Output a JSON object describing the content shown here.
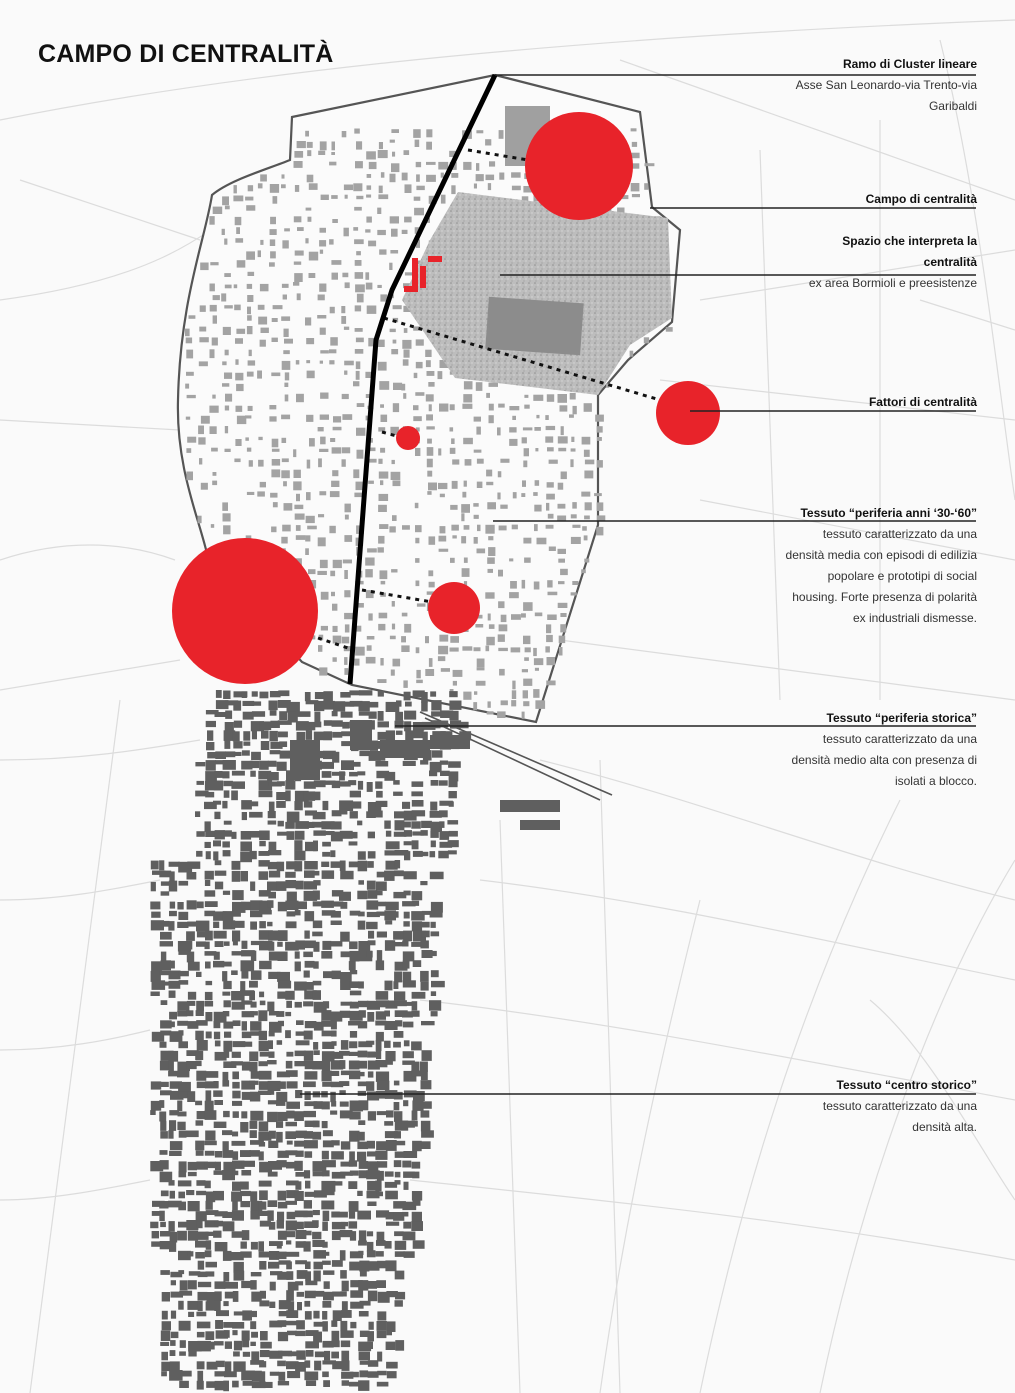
{
  "title": "CAMPO DI CENTRALITÀ",
  "colors": {
    "accent_red": "#e8232a",
    "modern_buildings": "#9c9c9c",
    "historic_buildings": "#5d5d5d",
    "street_lines": "#d6d6d6",
    "boundary": "#555555",
    "axis": "#000000"
  },
  "annotations": {
    "ramo": {
      "head": "Ramo di Cluster lineare",
      "desc_1": "Asse San Leonardo-via Trento-via",
      "desc_2": "Garibaldi"
    },
    "campo": {
      "head": "Campo di centralità"
    },
    "spazio": {
      "head_1": "Spazio che interpreta la",
      "head_2": "centralità",
      "desc": "ex area Bormioli e preesistenze"
    },
    "fattori": {
      "head": "Fattori di centralità"
    },
    "periferia_3060": {
      "head": "Tessuto “periferia anni ‘30-‘60”",
      "desc_1": "tessuto caratterizzato da una",
      "desc_2": "densità media con episodi di edilizia",
      "desc_3": "popolare e prototipi di social",
      "desc_4": "housing. Forte presenza di polarità",
      "desc_5": "ex industriali dismesse."
    },
    "periferia_storica": {
      "head": "Tessuto “periferia storica”",
      "desc_1": "tessuto caratterizzato da una",
      "desc_2": "densità medio alta con presenza di",
      "desc_3": "isolati a blocco."
    },
    "centro_storico": {
      "head": "Tessuto “centro storico”",
      "desc_1": "tessuto caratterizzato da una",
      "desc_2": "densità alta."
    }
  }
}
